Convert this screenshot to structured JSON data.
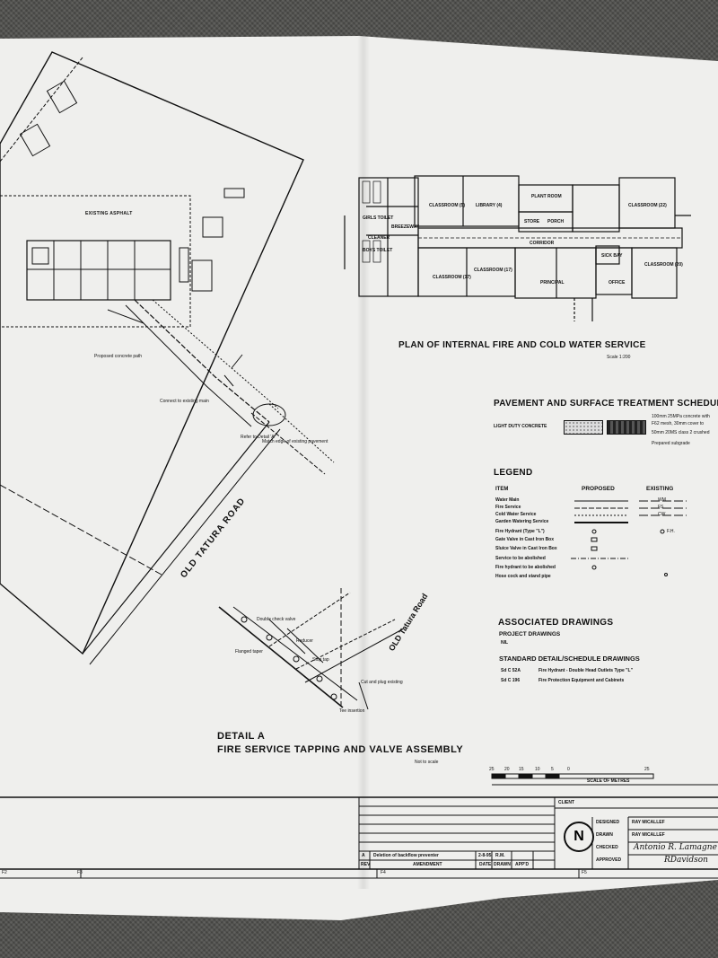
{
  "site_plan": {
    "road_label": "OLD TATURA ROAD",
    "asphalt_label": "EXISTING ASPHALT",
    "notes": [
      "Proposed concrete path",
      "Connect to existing main",
      "Match edge of existing pavement",
      "Refer to Detail 'A'"
    ]
  },
  "internal_plan": {
    "title": "PLAN OF INTERNAL FIRE AND COLD WATER SERVICE",
    "scale": "Scale 1:200",
    "rooms": [
      "CLASSROOM (5)",
      "LIBRARY (4)",
      "PLANT ROOM",
      "CLASSROOM (22)",
      "GIRLS TOILET",
      "BREEZEWAY",
      "CLEANER",
      "BOYS TOILET",
      "STORE",
      "PORCH",
      "CORRIDOR",
      "CLASSROOM (17)",
      "CLASSROOM (17)",
      "PRINCIPAL",
      "OFFICE",
      "CLASSROOM (20)",
      "SICK BAY"
    ]
  },
  "pavement": {
    "title": "PAVEMENT AND SURFACE TREATMENT SCHEDULE",
    "item": "LIGHT DUTY CONCRETE",
    "spec_lines": [
      "100mm 25MPa concrete with",
      "F62 mesh, 30mm cover to",
      "50mm 20MS class 2 crushed",
      "Prepared subgrade"
    ]
  },
  "legend": {
    "title": "LEGEND",
    "col_item": "ITEM",
    "col_proposed": "PROPOSED",
    "col_existing": "EXISTING",
    "items": [
      "Water Main",
      "Fire Service",
      "Cold Water Service",
      "Garden Watering Service",
      "Fire Hydrant (Type \"L\")",
      "Gate Valve in Cast Iron Box",
      "Sluice Valve in Cast Iron Box",
      "Service to be abolished",
      "Fire hydrant to be abolished",
      "Hose cock and stand pipe"
    ],
    "existing_codes": [
      "WM",
      "FS",
      "CW",
      "",
      "F.H."
    ]
  },
  "associated": {
    "title": "ASSOCIATED DRAWINGS",
    "project_heading": "PROJECT DRAWINGS",
    "project_value": "NIL",
    "standard_heading": "STANDARD DETAIL/SCHEDULE DRAWINGS",
    "rows": [
      {
        "code": "Sd C 52A",
        "desc": "Fire Hydrant - Double Head Outlets Type \"L\""
      },
      {
        "code": "Sd C 196",
        "desc": "Fire Protection Equipment and Cabinets"
      }
    ]
  },
  "detail": {
    "title_line1": "DETAIL  A",
    "title_line2": "FIRE SERVICE TAPPING AND VALVE ASSEMBLY",
    "not_to_scale": "Not to scale",
    "road_label": "OLD Tatura Road",
    "callouts": [
      "Stop tap",
      "Reducer",
      "Double check valve",
      "Cut and plug existing",
      "Tee insertion",
      "Flanged taper"
    ]
  },
  "scale_bar": {
    "ticks": [
      "25",
      "20",
      "15",
      "10",
      "5",
      "0",
      "25"
    ],
    "label": "SCALE OF METRES"
  },
  "title_block": {
    "client_label": "CLIENT",
    "designed_label": "DESIGNED",
    "designed_value": "RAY MICALLEF",
    "drawn_label": "DRAWN",
    "drawn_value": "RAY MICALLEF",
    "checked_label": "CHECKED",
    "approved_label": "APPROVED",
    "north": "N",
    "revision_letter": "A",
    "revision_note": "Deletion of backflow preventer",
    "revision_date": "2-8-95",
    "revision_initials": "R.M.",
    "col_date": "DATE",
    "col_drawn": "DRAWN",
    "col_appd": "APP'D",
    "col_rev": "REV",
    "col_amendment": "AMENDMENT",
    "grid_refs": [
      "F2",
      "F3",
      "F4",
      "F5"
    ]
  }
}
